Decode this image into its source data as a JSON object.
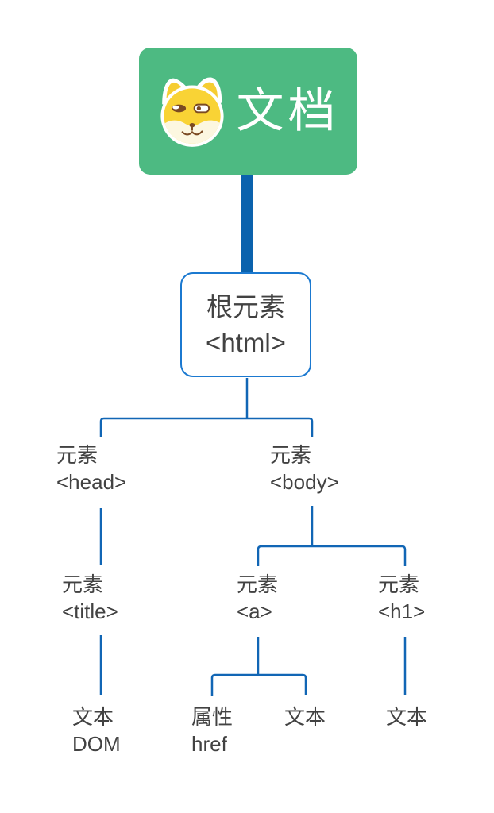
{
  "banner": {
    "label": "文档",
    "icon": "doge-face-icon"
  },
  "root_node": {
    "line1": "根元素",
    "line2": "<html>"
  },
  "nodes": {
    "head": {
      "line1": "元素",
      "line2": "<head>"
    },
    "body": {
      "line1": "元素",
      "line2": "<body>"
    },
    "title": {
      "line1": "元素",
      "line2": "<title>"
    },
    "a": {
      "line1": "元素",
      "line2": "<a>"
    },
    "h1": {
      "line1": "元素",
      "line2": "<h1>"
    },
    "text_dom": {
      "line1": "文本",
      "line2": "DOM"
    },
    "attr_href": {
      "line1": "属性",
      "line2": "href"
    },
    "text_a": {
      "line1": "文本",
      "line2": ""
    },
    "text_h1": {
      "line1": "文本",
      "line2": ""
    }
  },
  "colors": {
    "banner_bg": "#4DBA82",
    "banner_text": "#FFFFFF",
    "thick_connector": "#0A62AD",
    "branch_line": "#1166B5",
    "root_box_border": "#1B79D0",
    "label_text": "#424242",
    "doge_yellow": "#F9D335",
    "doge_cream": "#FCF7E0",
    "doge_brown": "#7B4A22"
  }
}
